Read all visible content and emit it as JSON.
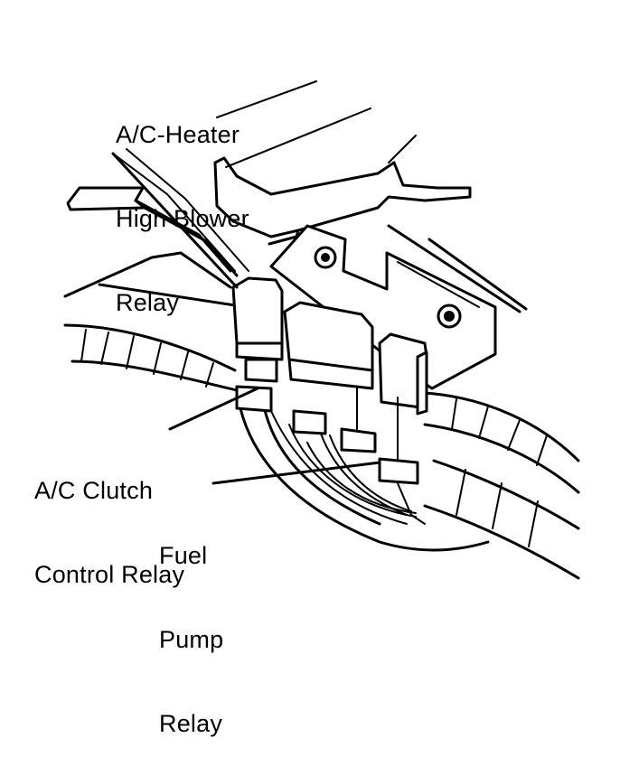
{
  "labels": {
    "high_blower_relay": [
      "A/C-Heater",
      "High Blower",
      "Relay"
    ],
    "clutch_relay": [
      "A/C Clutch",
      "Control Relay"
    ],
    "fuel_pump_relay": [
      "Fuel",
      "Pump",
      "Relay"
    ]
  },
  "colors": {
    "ink": "#000000",
    "paper": "#ffffff"
  }
}
